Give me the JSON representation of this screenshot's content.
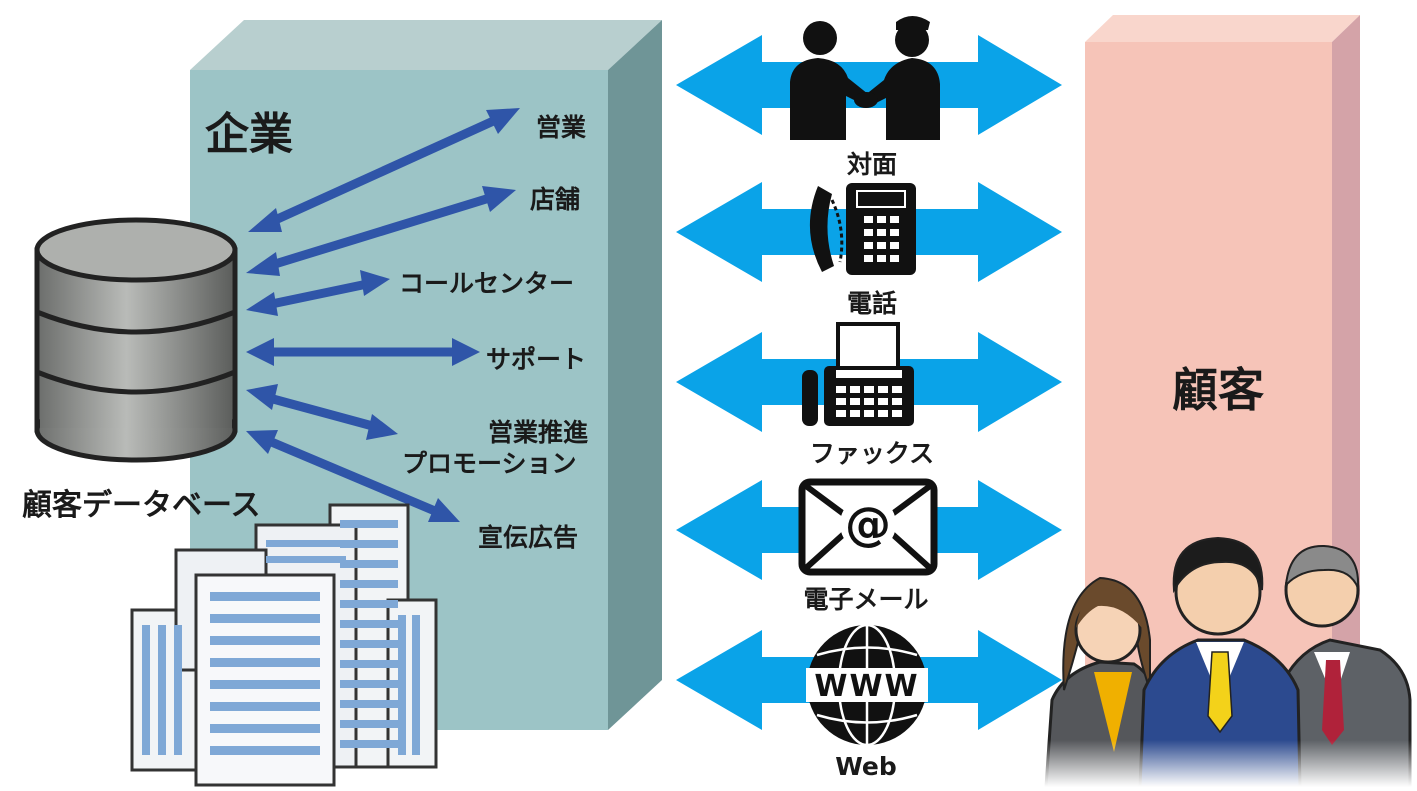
{
  "company": {
    "label": "企業"
  },
  "customer": {
    "label": "顧客"
  },
  "database": {
    "label": "顧客データベース"
  },
  "departments": [
    {
      "label": "営業"
    },
    {
      "label": "店舗"
    },
    {
      "label": "コールセンター"
    },
    {
      "label": "サポート"
    },
    {
      "label": "営業推進"
    },
    {
      "label": "プロモーション"
    },
    {
      "label": "宣伝広告"
    }
  ],
  "channels": [
    {
      "label": "対面",
      "icon": "handshake-icon"
    },
    {
      "label": "電話",
      "icon": "telephone-icon"
    },
    {
      "label": "ファックス",
      "icon": "fax-icon"
    },
    {
      "label": "電子メール",
      "icon": "email-icon"
    },
    {
      "label": "Web",
      "icon": "web-globe-icon"
    }
  ],
  "colors": {
    "company_front": "#9cc4c6",
    "company_side": "#6f9597",
    "company_top": "#b8cfcf",
    "customer_front": "#f6c4b8",
    "customer_side": "#d4a3a8",
    "customer_top": "#f9d6cc",
    "dept_arrow": "#2f55a8",
    "channel_arrow": "#0aa3e8"
  }
}
